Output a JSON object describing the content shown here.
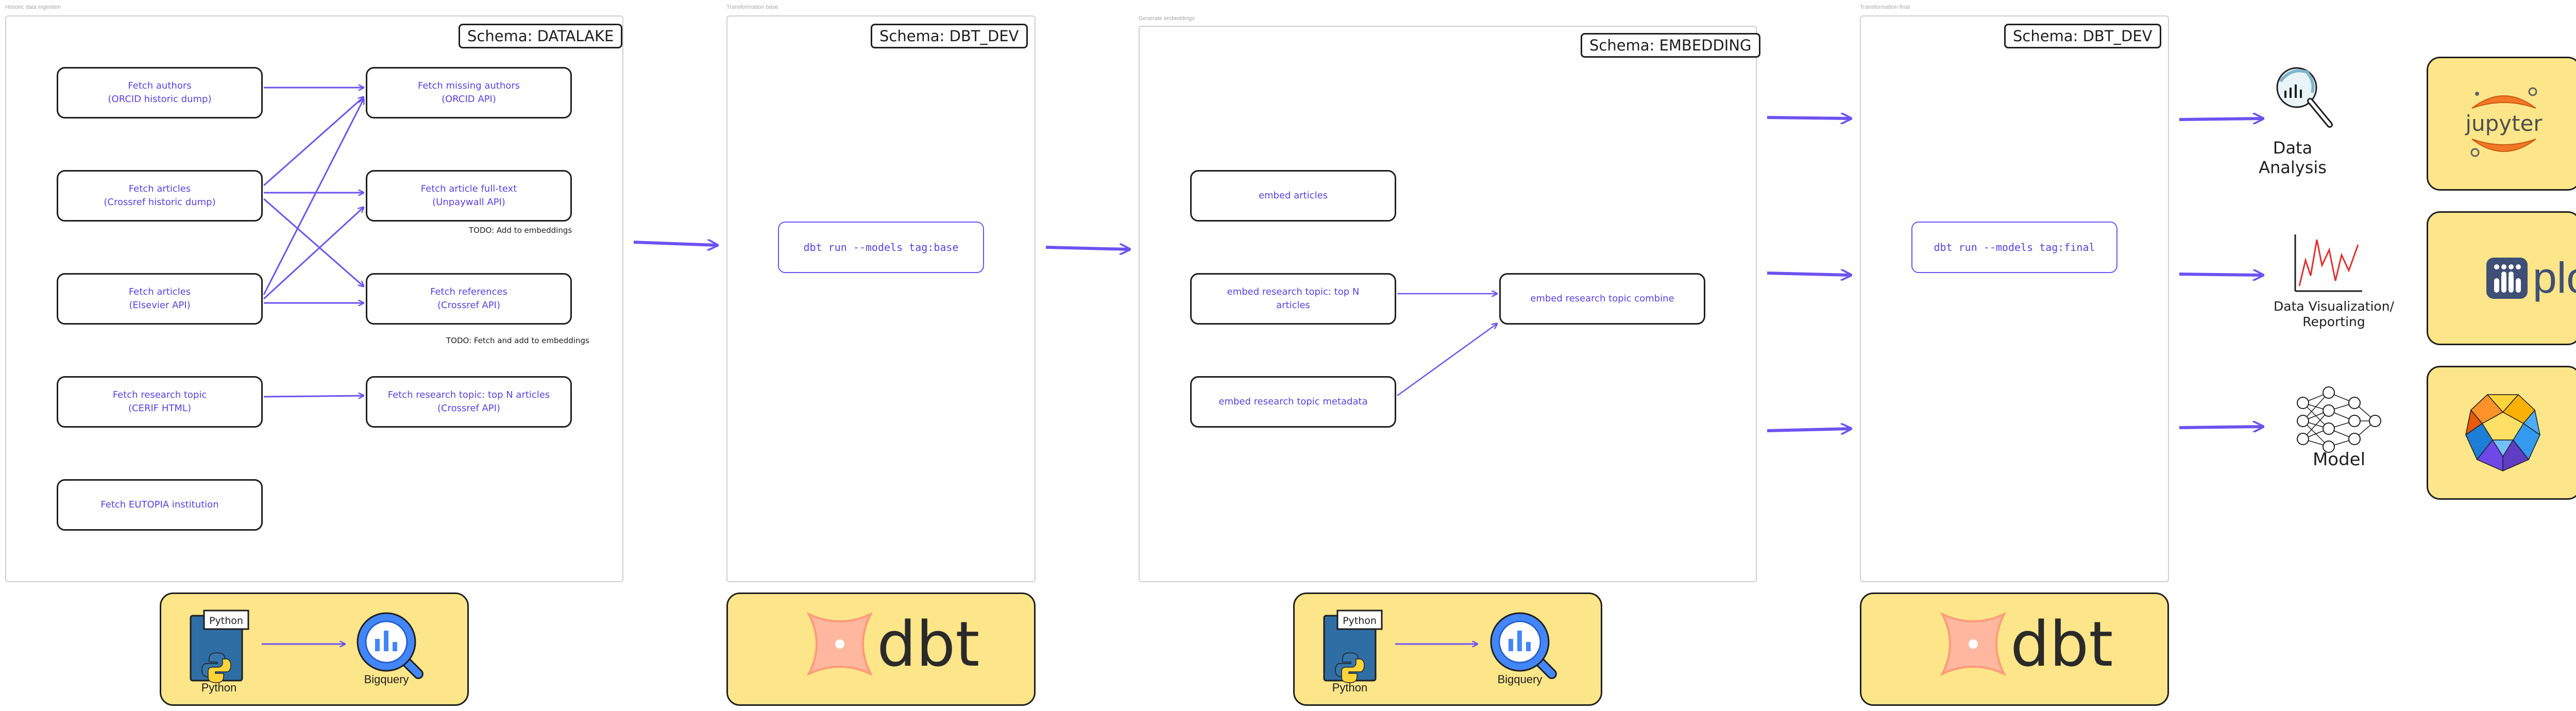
{
  "frames": [
    {
      "title": "Historic data ingestion",
      "schema": "Schema: DATALAKE"
    },
    {
      "title": "Transformation base",
      "schema": "Schema: DBT_DEV"
    },
    {
      "title": "Generate embeddings",
      "schema": "Schema: EMBEDDING"
    },
    {
      "title": "Transformation final",
      "schema": "Schema: DBT_DEV"
    }
  ],
  "ingestion": {
    "fetch_authors": "Fetch authors\n(ORCID historic dump)",
    "fetch_articles_crossref": "Fetch articles\n(Crossref historic dump)",
    "fetch_articles_elsevier": "Fetch articles\n(Elsevier API)",
    "fetch_research_topic": "Fetch research topic\n(CERIF HTML)",
    "fetch_eutopia": "Fetch EUTOPIA institution",
    "fetch_missing_authors": "Fetch missing authors\n(ORCID API)",
    "fetch_fulltext": "Fetch article full-text\n(Unpaywall API)",
    "fetch_references": "Fetch references\n(Crossref API)",
    "fetch_topic_articles": "Fetch research topic: top N articles\n(Crossref API)",
    "todo_fulltext": "TODO: Add to embeddings",
    "todo_references": "TODO: Fetch and add to embeddings"
  },
  "transform_base": {
    "command": "dbt run --models tag:base"
  },
  "embedding": {
    "embed_articles": "embed articles",
    "embed_topic_top_n": "embed research topic: top N\narticles",
    "embed_topic_metadata": "embed research topic metadata",
    "embed_topic_combine": "embed research topic combine"
  },
  "transform_final": {
    "command": "dbt run --models tag:final"
  },
  "outputs": [
    {
      "label": "Data\nAnalysis",
      "icon": "data-analysis-icon",
      "tool": "jupyter"
    },
    {
      "label": "Data Visualization/\nReporting",
      "icon": "line-chart-icon",
      "tool": "plotly"
    },
    {
      "label": "Model",
      "icon": "neural-network-icon",
      "tool": "polyhedron-logo"
    }
  ],
  "toolboxes": {
    "python_label": "Python",
    "python_badge": "Python",
    "bigquery_label": "Bigquery",
    "dbt_label": "dbt",
    "plotly_label": "plotly",
    "jupyter_label": "jupyter"
  },
  "colors": {
    "arrow": "#6d52f2",
    "node_text": "#5b3fe0",
    "toolbox_bg": "#fde68a",
    "dbt_orange": "#ff694a",
    "python_blue": "#2f6ea5",
    "bigquery_blue": "#4386fa"
  }
}
